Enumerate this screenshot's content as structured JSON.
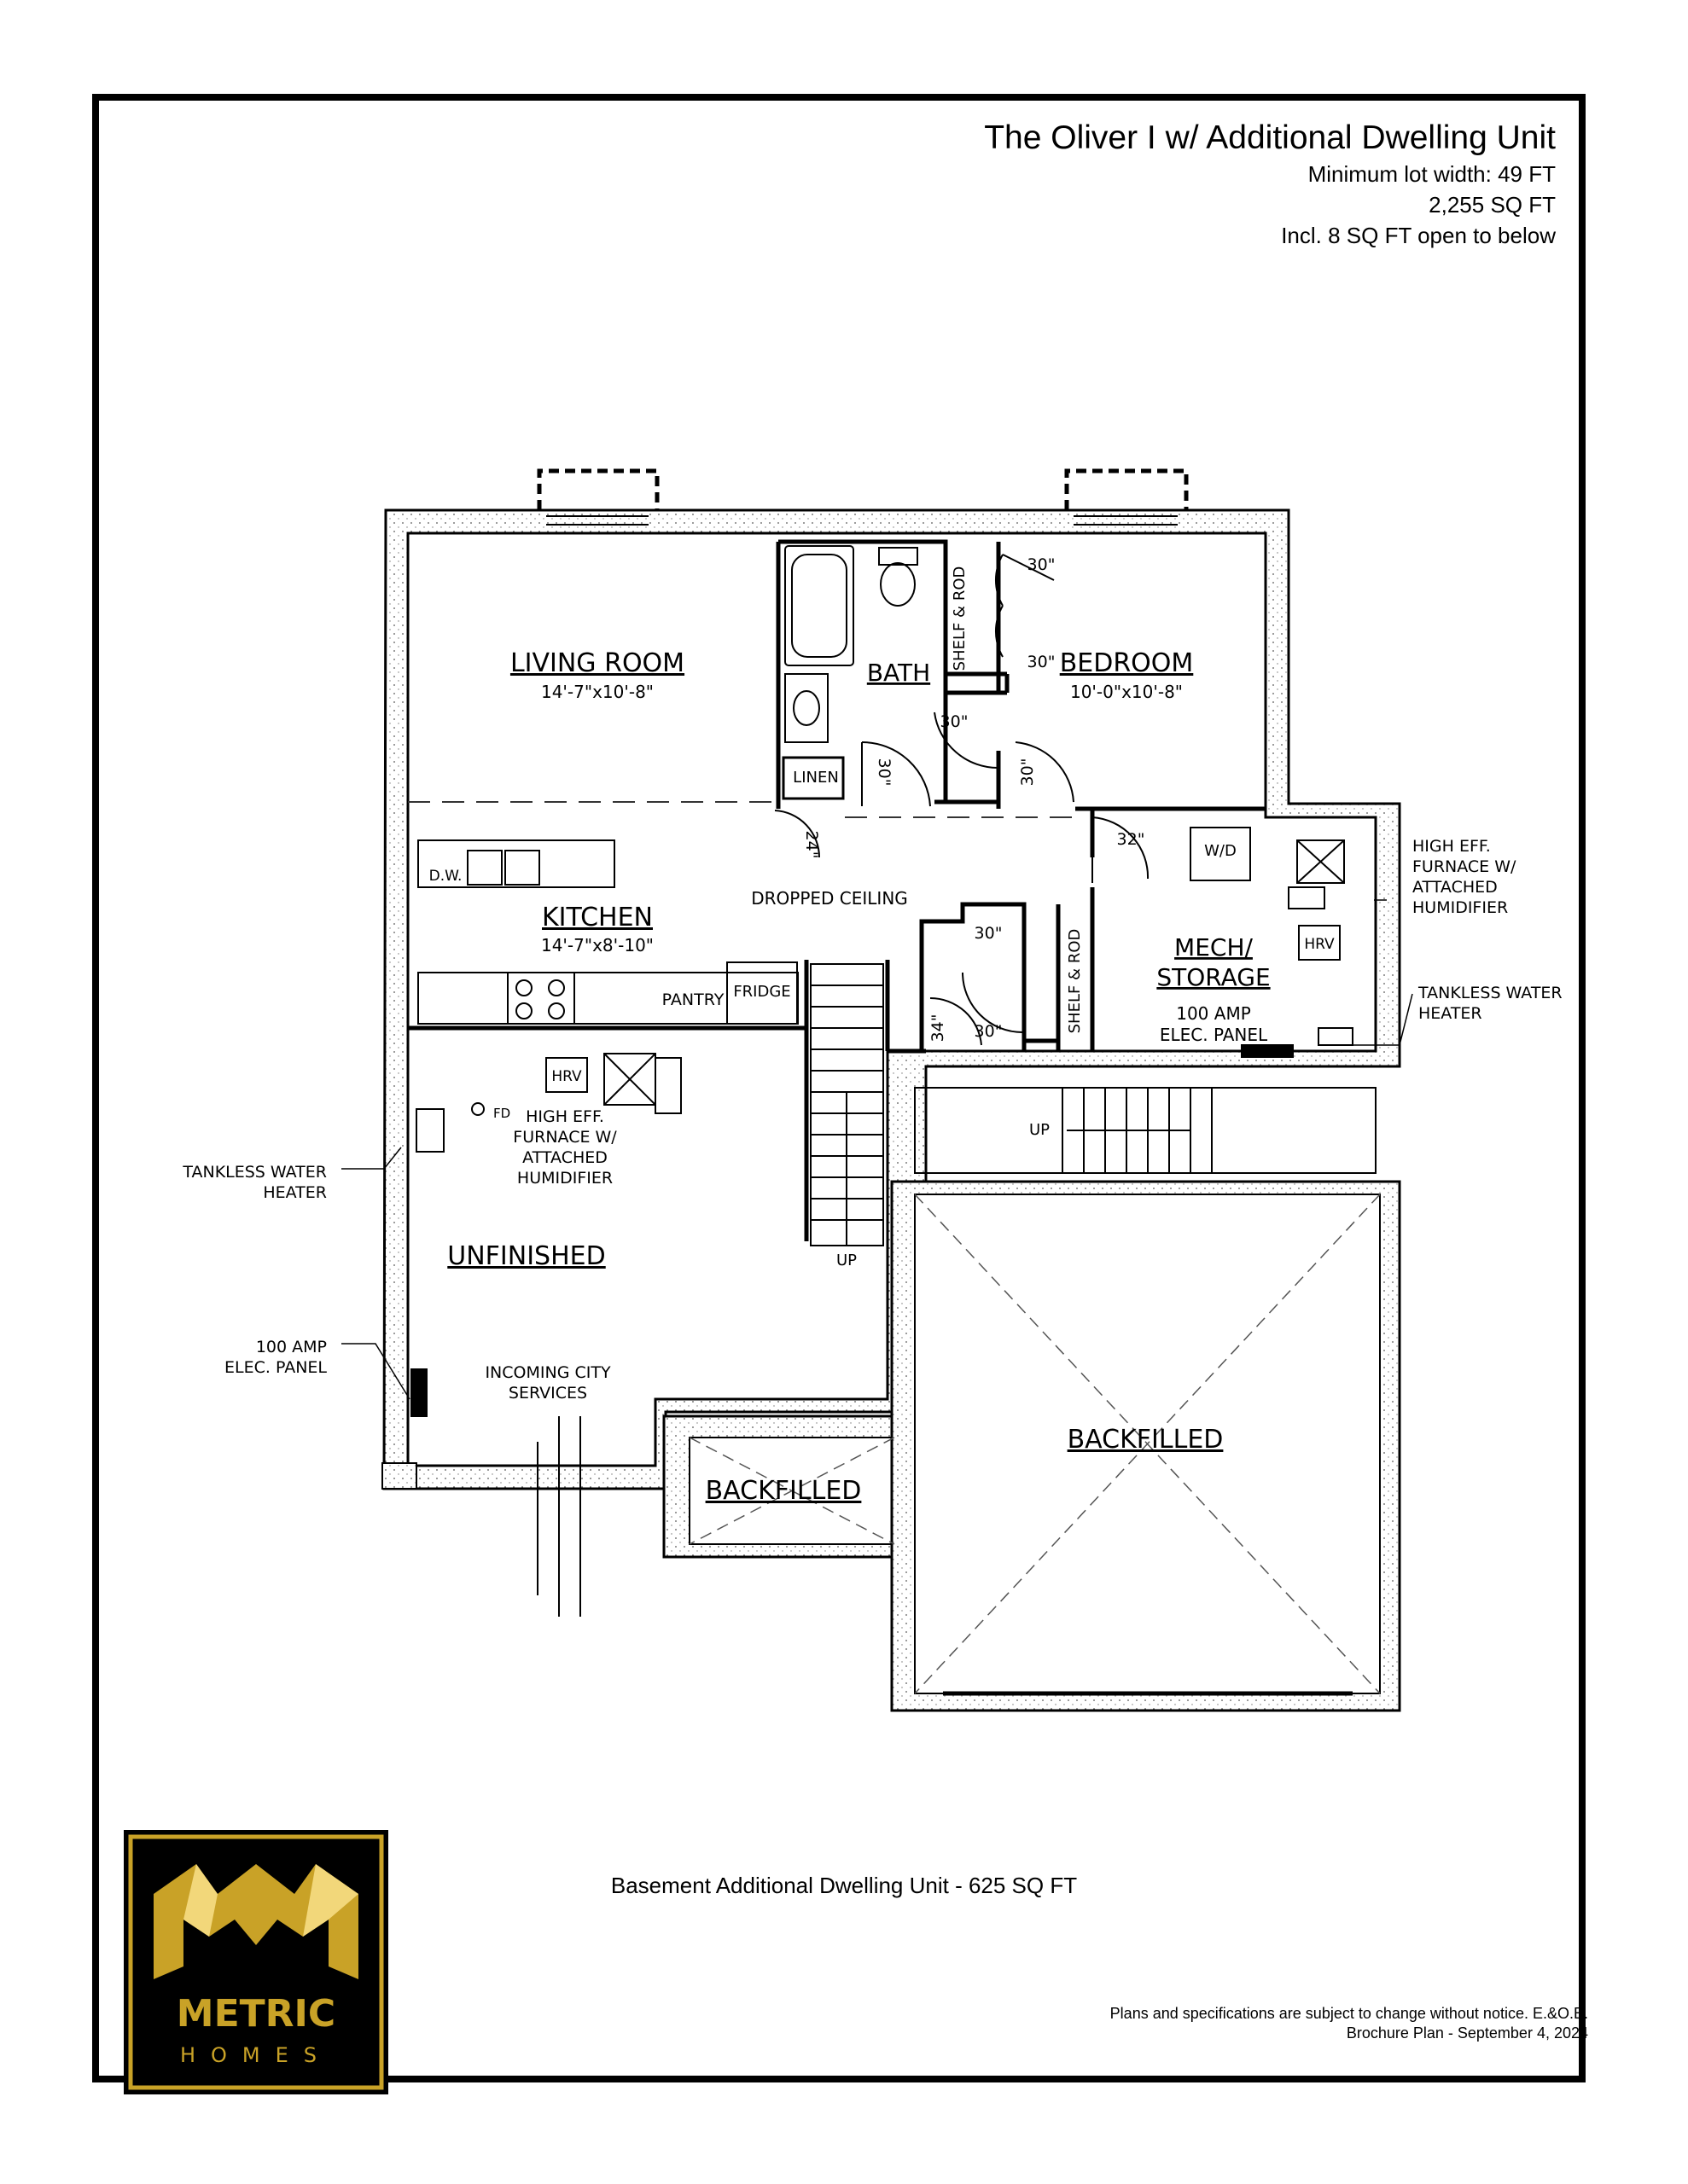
{
  "header": {
    "title": "The Oliver I w/ Additional Dwelling Unit",
    "lot_width": "Minimum lot width: 49 FT",
    "sq_ft": "2,255 SQ FT",
    "open_below": "Incl. 8 SQ FT open to below"
  },
  "rooms": {
    "living": "LIVING ROOM",
    "living_dim": "14'-7\"x10'-8\"",
    "bath": "BATH",
    "bedroom": "BEDROOM",
    "bedroom_dim": "10'-0\"x10'-8\"",
    "kitchen": "KITCHEN",
    "kitchen_dim": "14'-7\"x8'-10\"",
    "dropped": "DROPPED CEILING",
    "mech1": "MECH/",
    "mech2": "STORAGE",
    "unfinished": "UNFINISHED",
    "backfilled_small": "BACKFILLED",
    "backfilled_large": "BACKFILLED"
  },
  "fixtures": {
    "linen": "LINEN",
    "shelf_rod": "SHELF & ROD",
    "dw": "D.W.",
    "pantry": "PANTRY",
    "fridge": "FRIDGE",
    "wd": "W/D",
    "hrv": "HRV",
    "fd": "FD",
    "up": "UP",
    "panel_100": "100 AMP",
    "panel_elec": "ELEC. PANEL"
  },
  "doors": [
    "30\"",
    "30\"",
    "30\"",
    "30\"",
    "30\"",
    "24\"",
    "32\"",
    "30\"",
    "34\"",
    "30\""
  ],
  "callouts": {
    "furnace_r": [
      "HIGH EFF.",
      "FURNACE W/",
      "ATTACHED",
      "HUMIDIFIER"
    ],
    "water_r": [
      "TANKLESS WATER",
      "HEATER"
    ],
    "water_l": [
      "TANKLESS WATER",
      "HEATER"
    ],
    "furnace_l": [
      "HIGH EFF.",
      "FURNACE W/",
      "ATTACHED",
      "HUMIDIFIER"
    ],
    "panel_l": [
      "100 AMP",
      "ELEC. PANEL"
    ],
    "city": [
      "INCOMING CITY",
      "SERVICES"
    ]
  },
  "caption": "Basement Additional Dwelling Unit -  625 SQ FT",
  "legal": {
    "line1": "Plans and specifications are subject to change without notice. E.&O.E.",
    "line2": "Brochure Plan - September 4, 2024"
  },
  "logo": {
    "word1": "METRIC",
    "word2": "HOMES",
    "gold": "#c9a227"
  }
}
